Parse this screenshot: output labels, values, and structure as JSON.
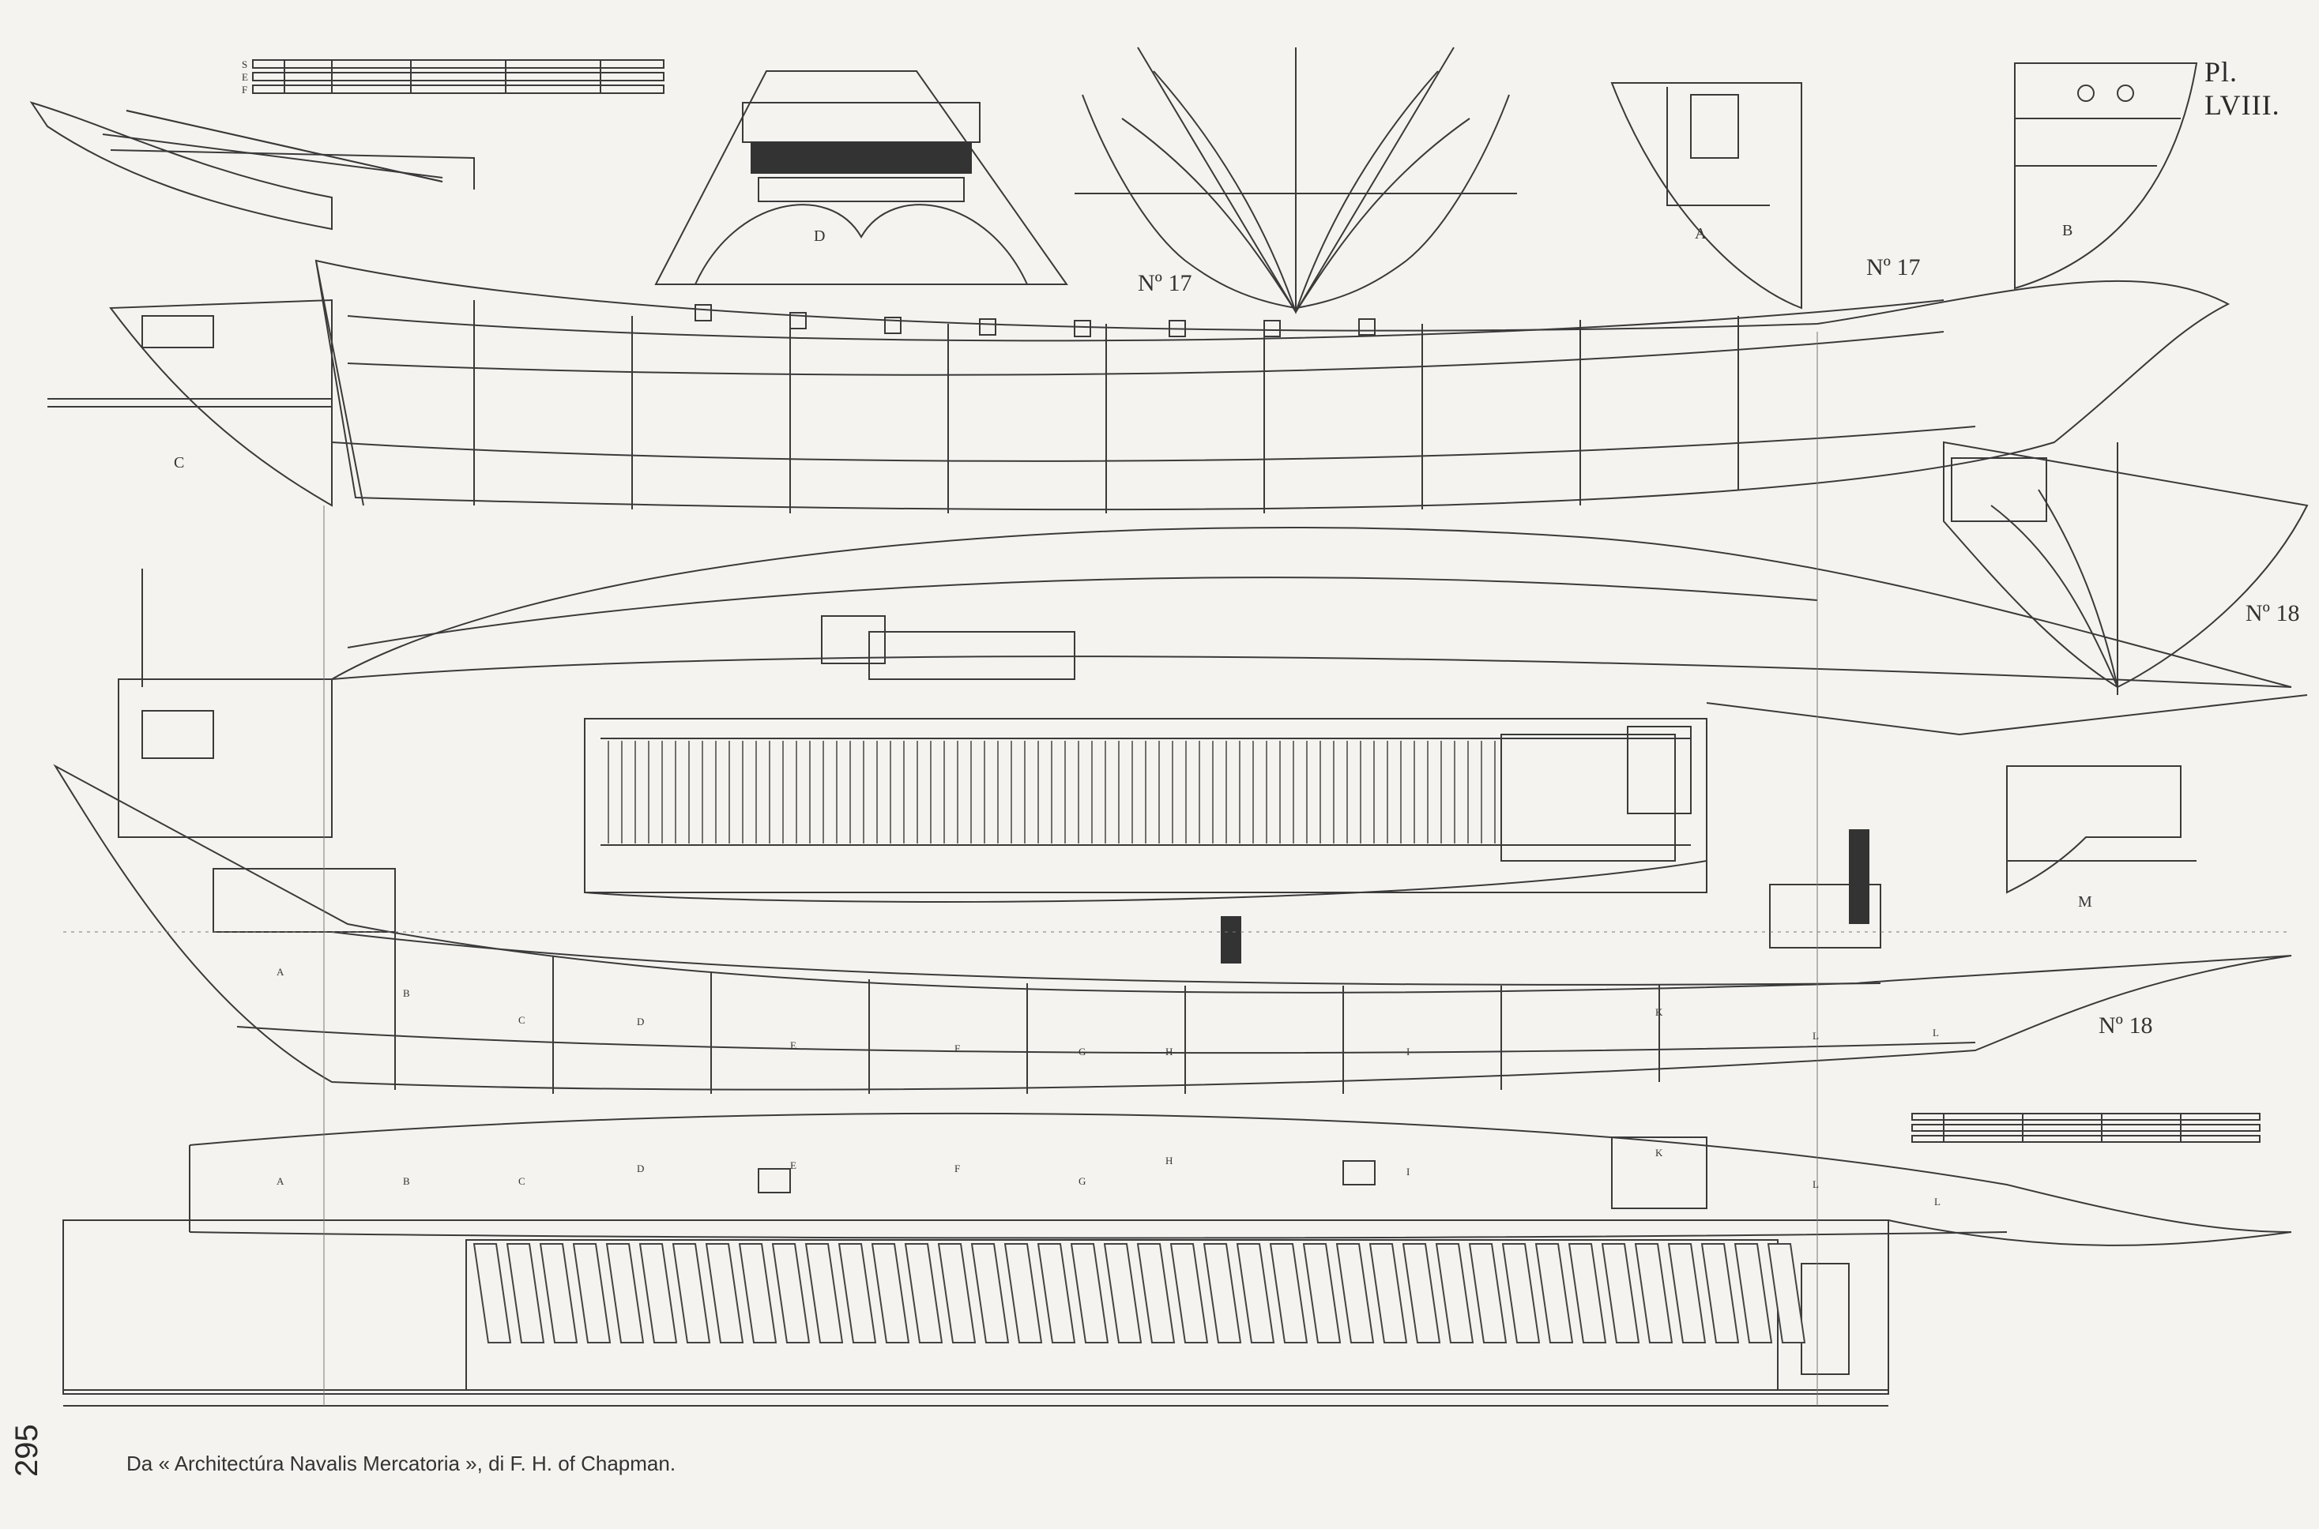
{
  "plate": {
    "plate_number": "Pl. LVIII.",
    "page_number": "295",
    "caption": "Da « Architectúra Navalis Mercatoria », di F. H. of Chapman."
  },
  "ships": [
    {
      "number": "Nº 17"
    },
    {
      "number": "Nº 18"
    }
  ],
  "view_letters": {
    "stern_detail": "D",
    "section_a": "A",
    "section_b": "B",
    "bow_detail": "C",
    "rudder_detail": "M"
  },
  "scale_letters": [
    "S",
    "E",
    "F"
  ],
  "hull_station_letters": [
    "A",
    "B",
    "C",
    "D",
    "E",
    "F",
    "G",
    "H",
    "I",
    "K",
    "L",
    "L"
  ]
}
